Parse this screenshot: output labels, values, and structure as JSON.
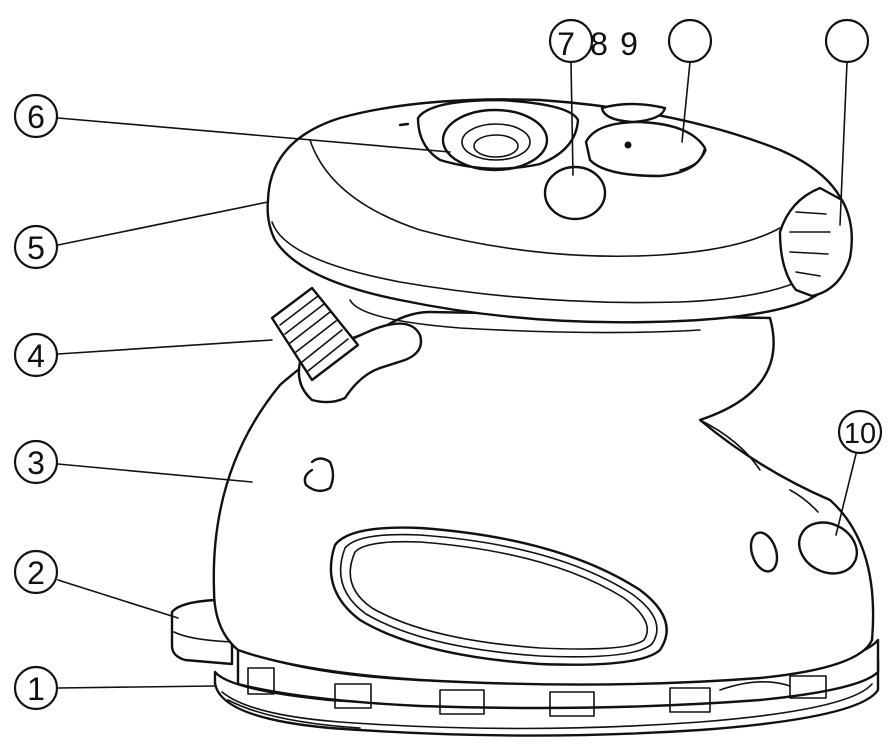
{
  "diagram": {
    "callouts": [
      {
        "id": "c1",
        "label": "1"
      },
      {
        "id": "c2",
        "label": "2"
      },
      {
        "id": "c3",
        "label": "3"
      },
      {
        "id": "c4",
        "label": "4"
      },
      {
        "id": "c5",
        "label": "5"
      },
      {
        "id": "c6",
        "label": "6"
      },
      {
        "id": "c7",
        "label": "7"
      },
      {
        "id": "c8",
        "label": "8"
      },
      {
        "id": "c9",
        "label": "9"
      },
      {
        "id": "c10",
        "label": "10"
      },
      {
        "id": "c11",
        "label": ""
      },
      {
        "id": "c12",
        "label": ""
      }
    ]
  }
}
